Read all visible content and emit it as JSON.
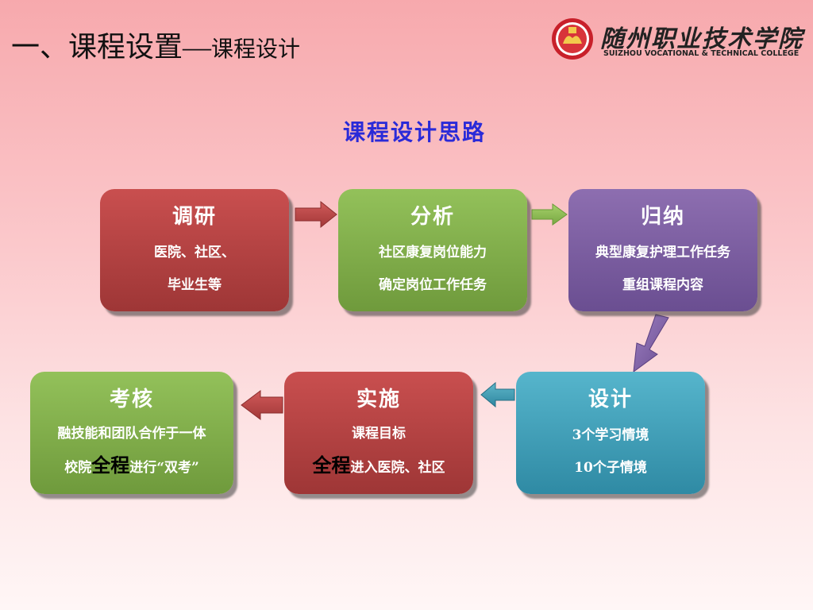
{
  "title": {
    "main": "一、课程设置—",
    "sub": "课程设计"
  },
  "logo": {
    "cn": "随州职业技术学院",
    "en": "SUIZHOU VOCATIONAL & TECHNICAL COLLEGE"
  },
  "heading": "课程设计思路",
  "boxes": {
    "survey": {
      "title": "调研",
      "line1": "医院、社区、",
      "line2": "毕业生等"
    },
    "analysis": {
      "title": "分析",
      "line1": "社区康复岗位能力",
      "line2": "确定岗位工作任务"
    },
    "summary": {
      "title": "归纳",
      "line1": "典型康复护理工作任务",
      "line2": "重组课程内容"
    },
    "design": {
      "title": "设计",
      "line1": "3个学习情境",
      "line2": "10个子情境"
    },
    "implement": {
      "title": "实施",
      "line1": "课程目标",
      "line2_big": "全程",
      "line2_rest": "进入医院、社区"
    },
    "assess": {
      "title": "考核",
      "line1": "融技能和团队合作于一体",
      "line2_pre": "校院",
      "line2_big": "全程",
      "line2_rest": "进行“双考”"
    }
  },
  "colors": {
    "red": "#b44343",
    "green": "#82ad4b",
    "purple": "#7b5ea2",
    "teal": "#409fb8",
    "heading": "#2a2ad8"
  }
}
